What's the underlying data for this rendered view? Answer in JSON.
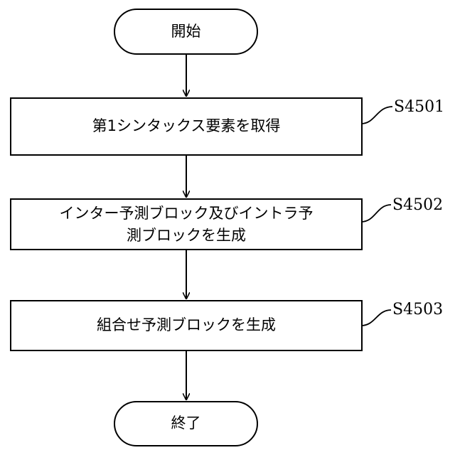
{
  "diagram": {
    "start_label": "開始",
    "end_label": "終了",
    "steps": [
      {
        "id": "S4501",
        "text": "第1シンタックス要素を取得"
      },
      {
        "id": "S4502",
        "text": "インター予測ブロック及びイントラ予測ブロックを生成",
        "line1": "インター予測ブロック及びイントラ予",
        "line2": "測ブロックを生成"
      },
      {
        "id": "S4503",
        "text": "組合せ予測ブロックを生成"
      }
    ]
  }
}
